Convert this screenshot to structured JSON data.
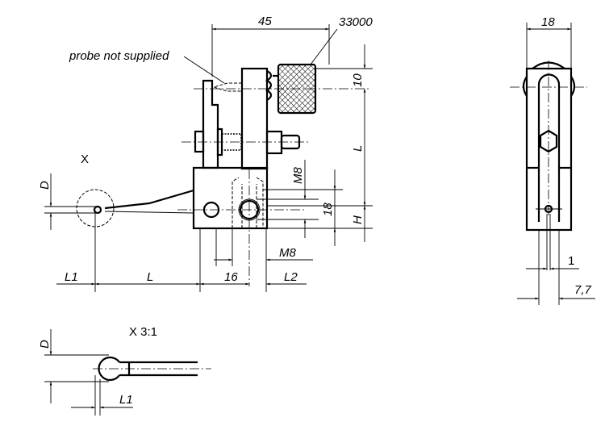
{
  "drawing": {
    "front_view": {
      "dim_width": "45",
      "part_ref": "33000",
      "note": "probe not supplied",
      "dim_knob": "10",
      "dim_length": "L",
      "dim_thread_vertical": "M8",
      "dim_hole_spacing": "18",
      "dim_height": "H",
      "detail_marker": "X",
      "dim_diameter": "D",
      "bottom_dims": {
        "l1": "L1",
        "l": "L",
        "d16": "16",
        "l2": "L2"
      },
      "dim_thread_horizontal": "M8"
    },
    "side_view": {
      "dim_width": "18",
      "dim_slot": "1",
      "dim_thickness": "7,7"
    },
    "detail_view": {
      "title": "X 3:1",
      "dim_diameter": "D",
      "dim_l1": "L1"
    }
  }
}
